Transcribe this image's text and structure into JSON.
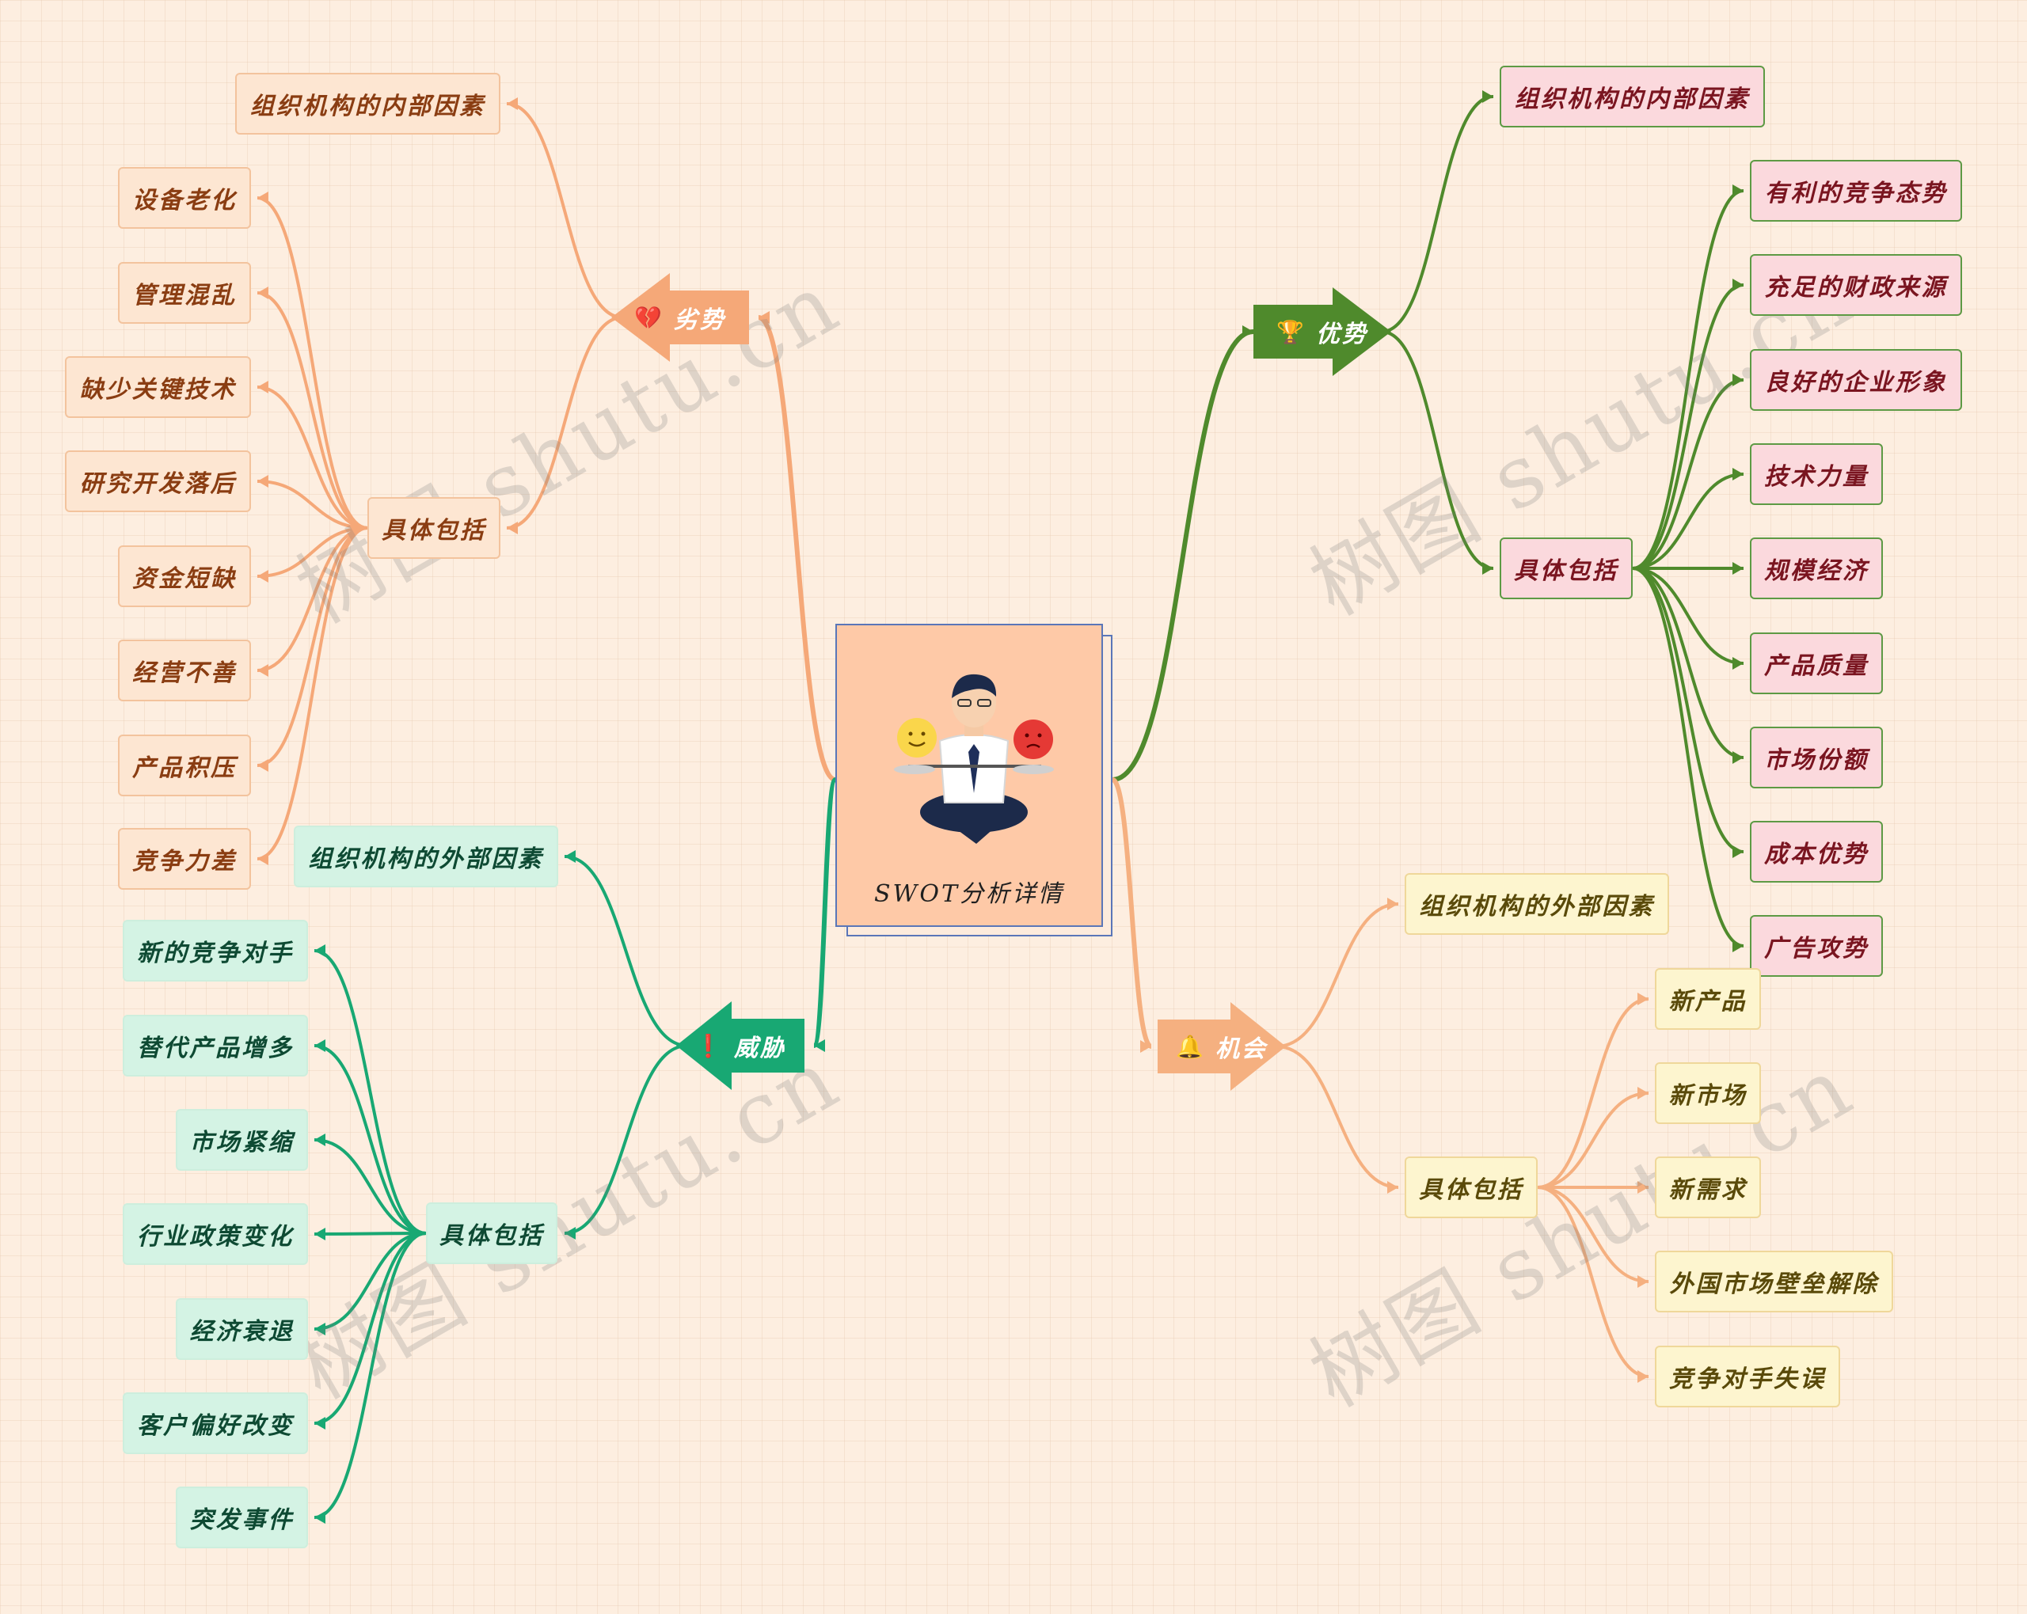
{
  "root": {
    "title": "SWOT分析详情"
  },
  "weakness": {
    "label": "劣势",
    "internal": "组织机构的内部因素",
    "include": "具体包括",
    "items": [
      "设备老化",
      "管理混乱",
      "缺少关键技术",
      "研究开发落后",
      "资金短缺",
      "经营不善",
      "产品积压",
      "竞争力差"
    ]
  },
  "strength": {
    "label": "优势",
    "internal": "组织机构的内部因素",
    "include": "具体包括",
    "items": [
      "有利的竞争态势",
      "充足的财政来源",
      "良好的企业形象",
      "技术力量",
      "规模经济",
      "产品质量",
      "市场份额",
      "成本优势",
      "广告攻势"
    ]
  },
  "threat": {
    "label": "威胁",
    "external": "组织机构的外部因素",
    "include": "具体包括",
    "items": [
      "新的竞争对手",
      "替代产品增多",
      "市场紧缩",
      "行业政策变化",
      "经济衰退",
      "客户偏好改变",
      "突发事件"
    ]
  },
  "opportunity": {
    "label": "机会",
    "external": "组织机构的外部因素",
    "include": "具体包括",
    "items": [
      "新产品",
      "新市场",
      "新需求",
      "外国市场壁垒解除",
      "竞争对手失误"
    ]
  },
  "watermark": "树图 shutu.cn",
  "colors": {
    "weakness": "#f5a878",
    "strength": "#4f8a2c",
    "threat": "#18a873",
    "opportunity": "#f5b080"
  }
}
